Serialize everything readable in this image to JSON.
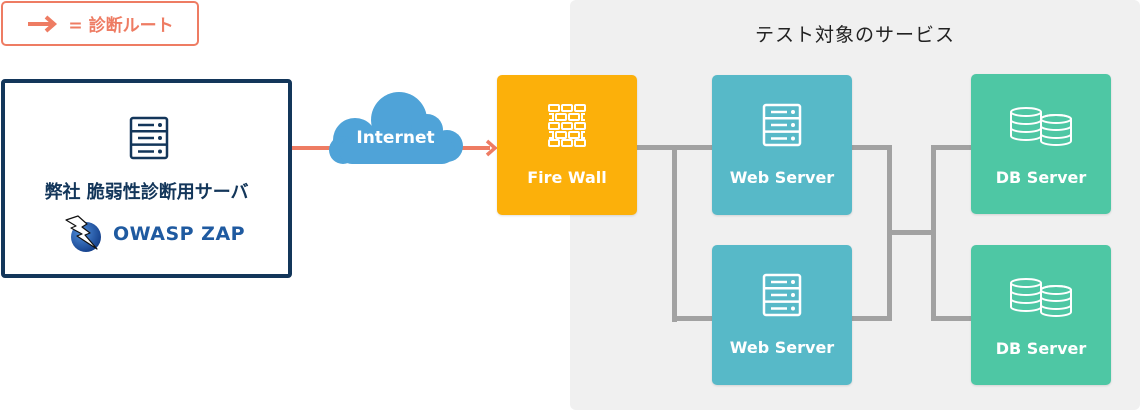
{
  "legend": {
    "arrow_icon": "arrow-right-icon",
    "text": "= 診断ルート",
    "color": "#ee7c63"
  },
  "service_area": {
    "title": "テスト対象のサービス",
    "background": "#f0f0f0"
  },
  "scanner": {
    "icon": "server-icon",
    "label": "弊社 脆弱性診断用サーバ",
    "tool_logo": "owasp-zap-logo-icon",
    "tool_name": "OWASP ZAP",
    "border_color": "#13365a"
  },
  "internet": {
    "icon": "cloud-icon",
    "label": "Internet",
    "color": "#4fa3d8"
  },
  "firewall": {
    "icon": "brick-wall-icon",
    "label": "Fire Wall",
    "color": "#fcb00a"
  },
  "web_servers": [
    {
      "icon": "server-icon",
      "label": "Web Server",
      "color": "#57b9c8"
    },
    {
      "icon": "server-icon",
      "label": "Web Server",
      "color": "#57b9c8"
    }
  ],
  "db_servers": [
    {
      "icon": "database-icon",
      "label": "DB Server",
      "color": "#4ec7a4"
    },
    {
      "icon": "database-icon",
      "label": "DB Server",
      "color": "#4ec7a4"
    }
  ]
}
